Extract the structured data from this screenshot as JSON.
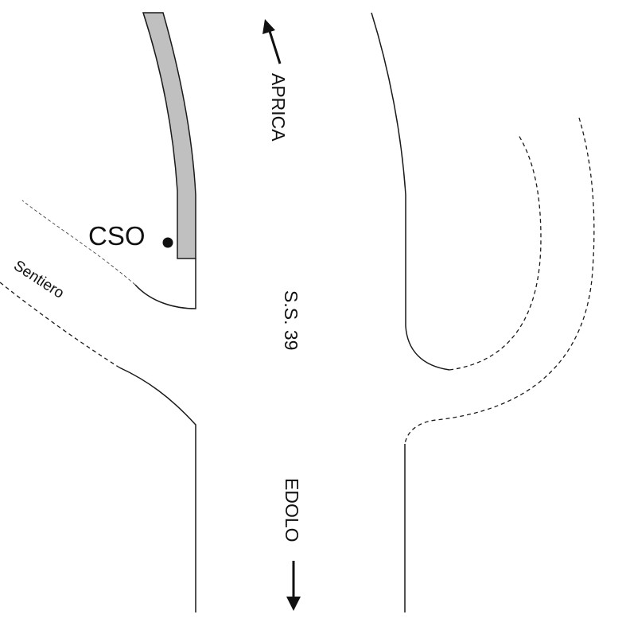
{
  "map": {
    "direction_north": "APRICA",
    "direction_south": "EDOLO",
    "road_name": "S.S. 39",
    "station_label": "CSO",
    "path_label": "Sentiero"
  },
  "colors": {
    "road_line": "#1a1a1a",
    "wall_fill": "#c0c0c0",
    "background": "#ffffff"
  },
  "icons": [
    "arrow-up-left-icon",
    "arrow-down-icon",
    "station-dot-icon"
  ]
}
